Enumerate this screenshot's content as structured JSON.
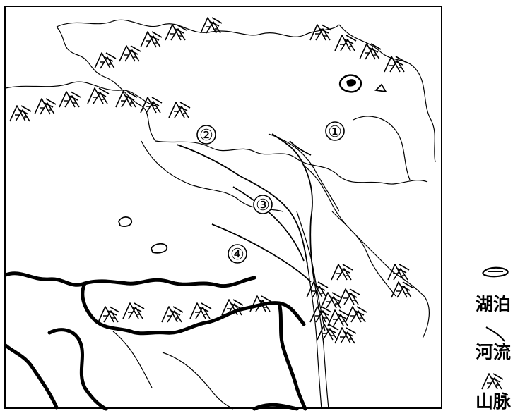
{
  "map": {
    "region_labels": [
      "①",
      "②",
      "③",
      "④"
    ],
    "legend": {
      "lake": {
        "label": "湖泊",
        "icon": "lake-icon"
      },
      "river": {
        "label": "河流",
        "icon": "river-icon"
      },
      "mountain": {
        "label": "山脉",
        "icon": "mountain-icon"
      }
    }
  }
}
